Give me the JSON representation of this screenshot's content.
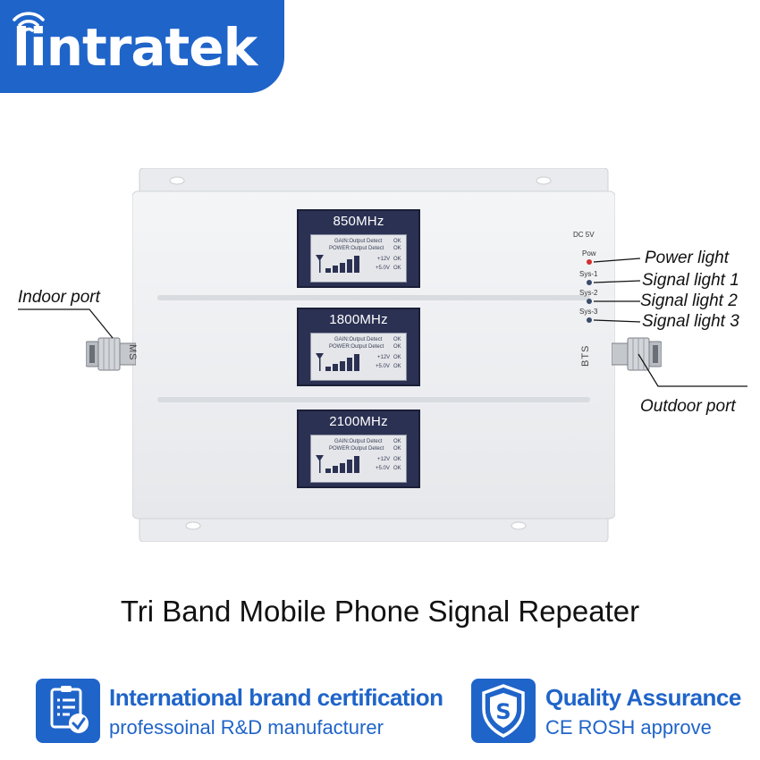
{
  "brand": {
    "logo_text": "lintratek",
    "logo_icon": "wifi-icon",
    "color": "#1f64c9"
  },
  "device": {
    "bands": [
      {
        "frequency": "850MHz",
        "gain_line": "GAIN:Output Detect",
        "power_line": "POWER:Output Detect",
        "status_ok": "OK",
        "v12": "+12V",
        "v5": "+5.0V"
      },
      {
        "frequency": "1800MHz",
        "gain_line": "GAIN:Output Detect",
        "power_line": "POWER:Output Detect",
        "status_ok": "OK",
        "v12": "+12V",
        "v5": "+5.0V"
      },
      {
        "frequency": "2100MHz",
        "gain_line": "GAIN:Output Detect",
        "power_line": "POWER:Output Detect",
        "status_ok": "OK",
        "v12": "+12V",
        "v5": "+5.0V"
      }
    ],
    "ms_label": "MS",
    "bts_label": "BTS",
    "dc_label": "DC 5V",
    "indicators": [
      {
        "label": "Pow",
        "color": "#d32f2f"
      },
      {
        "label": "Sys-1",
        "color": "#3b4a6b"
      },
      {
        "label": "Sys-2",
        "color": "#3b4a6b"
      },
      {
        "label": "Sys-3",
        "color": "#3b4a6b"
      }
    ]
  },
  "callouts": {
    "indoor_port": "Indoor port",
    "power_light": "Power light",
    "signal_light_1": "Signal light 1",
    "signal_light_2": "Signal light 2",
    "signal_light_3": "Signal light 3",
    "outdoor_port": "Outdoor port"
  },
  "headline": "Tri Band Mobile Phone Signal Repeater",
  "features": [
    {
      "icon": "certificate-icon",
      "title": "International brand certification",
      "subtitle": "professoinal R&D manufacturer"
    },
    {
      "icon": "shield-icon",
      "title": "Quality Assurance",
      "subtitle": "CE ROSH approve"
    }
  ]
}
